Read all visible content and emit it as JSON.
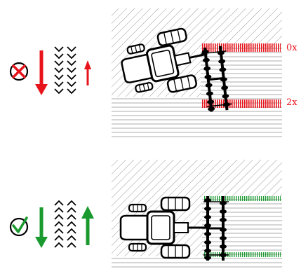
{
  "panels": [
    {
      "id": "wrong",
      "status": "incorrect",
      "status_icon": "cross-mark-icon",
      "color": "#e8141b",
      "edge_labels": {
        "top": "0x",
        "bottom": "2x"
      }
    },
    {
      "id": "correct",
      "status": "correct",
      "status_icon": "check-mark-icon",
      "color": "#1a9a2e"
    }
  ]
}
